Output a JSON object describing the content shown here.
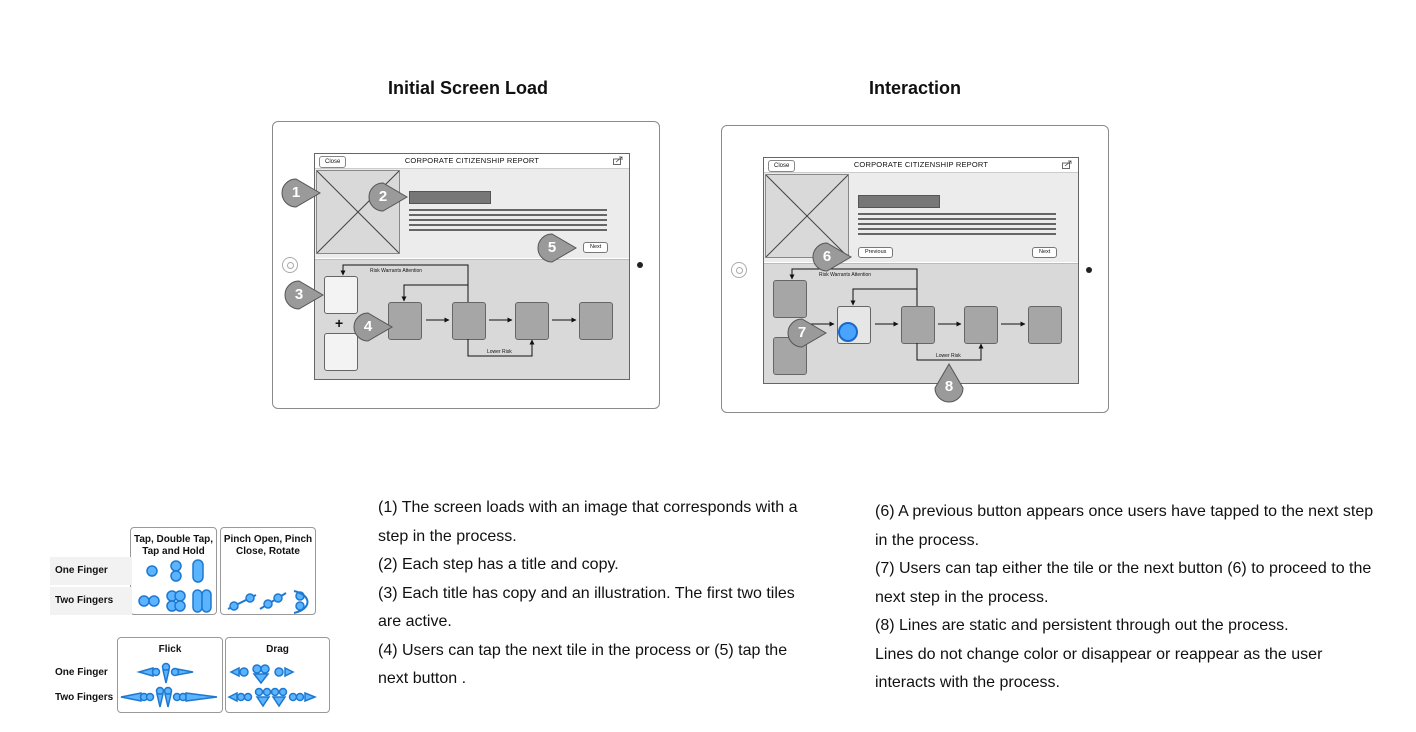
{
  "headings": {
    "left": "Initial Screen Load",
    "right": "Interaction"
  },
  "screen": {
    "close_label": "Close",
    "title": "CORPORATE CITIZENSHIP REPORT",
    "next_label": "Next",
    "previous_label": "Previous",
    "risk_label": "Risk Warrants Attention",
    "lower_risk_label": "Lower Risk",
    "plus": "+"
  },
  "callouts_left": [
    "1",
    "2",
    "3",
    "4",
    "5"
  ],
  "callouts_right": [
    "6",
    "7",
    "8"
  ],
  "gestures": {
    "top_headers": [
      "Tap, Double Tap, Tap and Hold",
      "Pinch Open, Pinch Close, Rotate"
    ],
    "bottom_headers": [
      "Flick",
      "Drag"
    ],
    "rows": [
      "One Finger",
      "Two Fingers"
    ],
    "color": "#1e90ff"
  },
  "notes_left": [
    " (1) The screen loads with an image that corresponds with a step in the process.",
    "(2) Each step has a title and copy.",
    "(3) Each title has copy and an illustration. The first two tiles are active.",
    "(4) Users can tap the next tile in the process or (5) tap the next button ."
  ],
  "notes_right": [
    "(6) A previous button appears once users have tapped to the next step in the process.",
    "(7) Users can tap either the tile or the next button (6) to proceed to the next step in the process.",
    "(8) Lines are static and persistent through out the process.",
    "Lines do not change color or disappear or reappear as the user interacts with the process."
  ]
}
